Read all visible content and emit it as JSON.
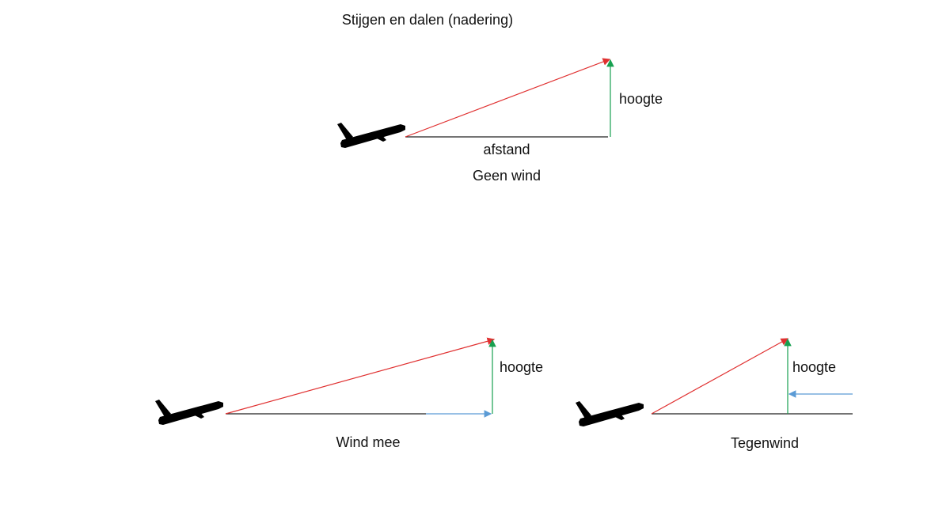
{
  "title": "Stijgen en dalen (nadering)",
  "colors": {
    "path": "#e03030",
    "height": "#17a050",
    "wind": "#5b9bd5",
    "ground": "#222222"
  },
  "diagrams": [
    {
      "caption": "Geen wind",
      "height_label": "hoogte",
      "distance_label": "afstand",
      "icon": "airplane-icon"
    },
    {
      "caption": "Wind mee",
      "height_label": "hoogte",
      "icon": "airplane-icon"
    },
    {
      "caption": "Tegenwind",
      "height_label": "hoogte",
      "icon": "airplane-icon"
    }
  ]
}
